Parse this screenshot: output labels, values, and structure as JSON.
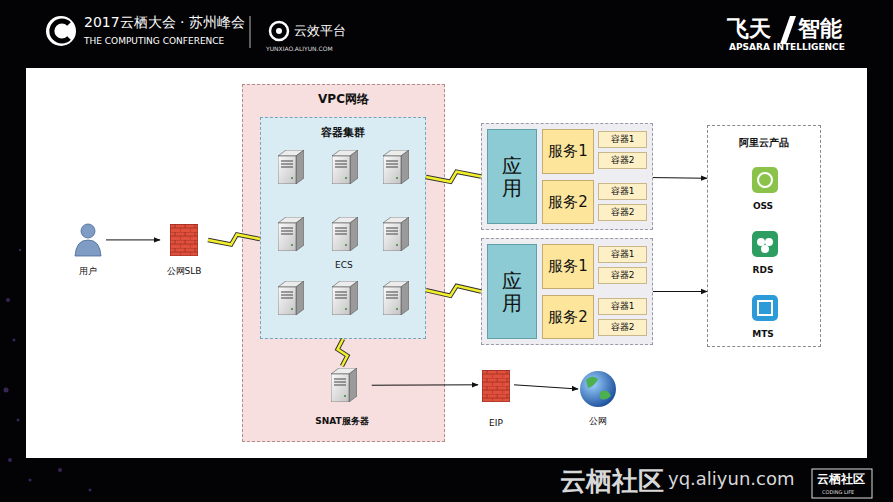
{
  "diagram": {
    "nodes": [
      {
        "text": [
          "用户"
        ]
      },
      {
        "text": [
          "公网SLB"
        ]
      },
      {
        "text": [
          "VPC网络"
        ]
      },
      {
        "text": [
          "容器集群"
        ],
        "in": 2
      },
      {
        "text": [
          "SNAT服务器"
        ],
        "in": 2
      },
      {
        "text": []
      },
      {
        "text": [
          "应用"
        ],
        "in": 5
      },
      {
        "text": [
          "服务1"
        ],
        "in": 5
      },
      {
        "text": [
          "容器1"
        ],
        "in": 5
      },
      {
        "text": [
          "容器2"
        ],
        "in": 5
      },
      {
        "text": [
          "服务2"
        ],
        "in": 5
      },
      {
        "text": [
          "容器1"
        ],
        "in": 5
      },
      {
        "text": [
          "容器2"
        ],
        "in": 5
      },
      {
        "text": []
      },
      {
        "text": [
          "应用"
        ],
        "in": 13
      },
      {
        "text": [
          "服务1"
        ],
        "in": 13
      },
      {
        "text": [
          "容器1"
        ],
        "in": 13
      },
      {
        "text": [
          "容器2"
        ],
        "in": 13
      },
      {
        "text": [
          "服务2"
        ],
        "in": 13
      },
      {
        "text": [
          "容器1"
        ],
        "in": 13
      },
      {
        "text": [
          "容器2"
        ],
        "in": 13
      },
      {
        "text": [
          "阿里云产品"
        ]
      },
      {
        "text": [
          "OSS"
        ],
        "in": 21
      },
      {
        "text": [
          "RDS"
        ],
        "in": 21
      },
      {
        "text": [
          "MTS"
        ],
        "in": 21
      },
      {
        "text": [
          "EIP"
        ]
      },
      {
        "text": [
          "公网"
        ]
      }
    ],
    "edges": [
      {
        "from": 0,
        "to": 1,
        "arrow": "to"
      },
      {
        "from": 1,
        "to": 3,
        "arrow": "none"
      },
      {
        "from": 3,
        "to": 5,
        "arrow": "none"
      },
      {
        "from": 3,
        "to": 13,
        "arrow": "none"
      },
      {
        "from": 3,
        "to": 4,
        "arrow": "none"
      },
      {
        "from": 5,
        "to": 21,
        "arrow": "to"
      },
      {
        "from": 13,
        "to": 21,
        "arrow": "to"
      },
      {
        "from": 4,
        "to": 25,
        "arrow": "to"
      },
      {
        "from": 25,
        "to": 26,
        "arrow": "to"
      }
    ],
    "labels": [
      "2017云栖大会 · 苏州峰会",
      "THE COMPUTING CONFERENCE",
      "云效平台",
      "YUNXIAO.ALIYUN.COM",
      "飞天",
      "智能",
      "APSARA INTELLIGENCE",
      "ECS",
      "云栖社区",
      "yq.aliyun.com",
      "云栖社区",
      "CODING LIFE"
    ]
  }
}
